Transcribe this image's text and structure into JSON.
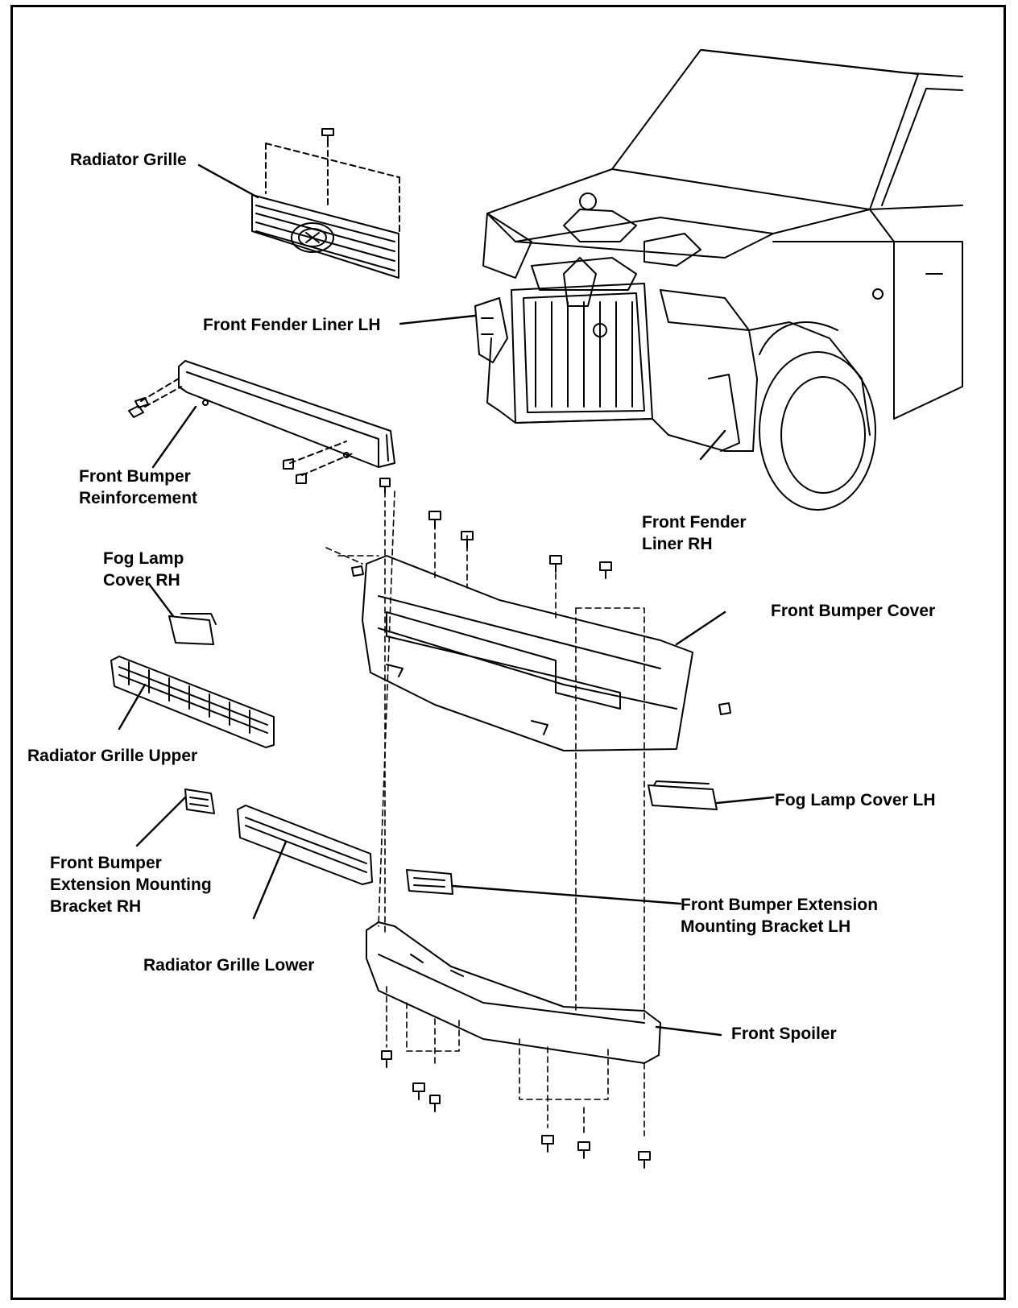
{
  "labels": {
    "radiator_grille": "Radiator Grille",
    "front_fender_liner_lh": "Front Fender Liner LH",
    "front_bumper_reinforcement": [
      "Front Bumper",
      "Reinforcement"
    ],
    "front_fender_liner_rh": [
      "Front Fender",
      "Liner RH"
    ],
    "fog_lamp_cover_rh": [
      "Fog Lamp",
      "Cover RH"
    ],
    "front_bumper_cover": "Front Bumper Cover",
    "radiator_grille_upper": "Radiator Grille Upper",
    "fog_lamp_cover_lh": "Fog Lamp Cover LH",
    "front_bumper_ext_bracket_rh": [
      "Front Bumper",
      "Extension Mounting",
      "Bracket RH"
    ],
    "front_bumper_ext_bracket_lh": [
      "Front Bumper Extension",
      "Mounting Bracket LH"
    ],
    "radiator_grille_lower": "Radiator Grille Lower",
    "front_spoiler": "Front Spoiler"
  },
  "colors": {
    "line": "#000000",
    "background": "#ffffff"
  }
}
